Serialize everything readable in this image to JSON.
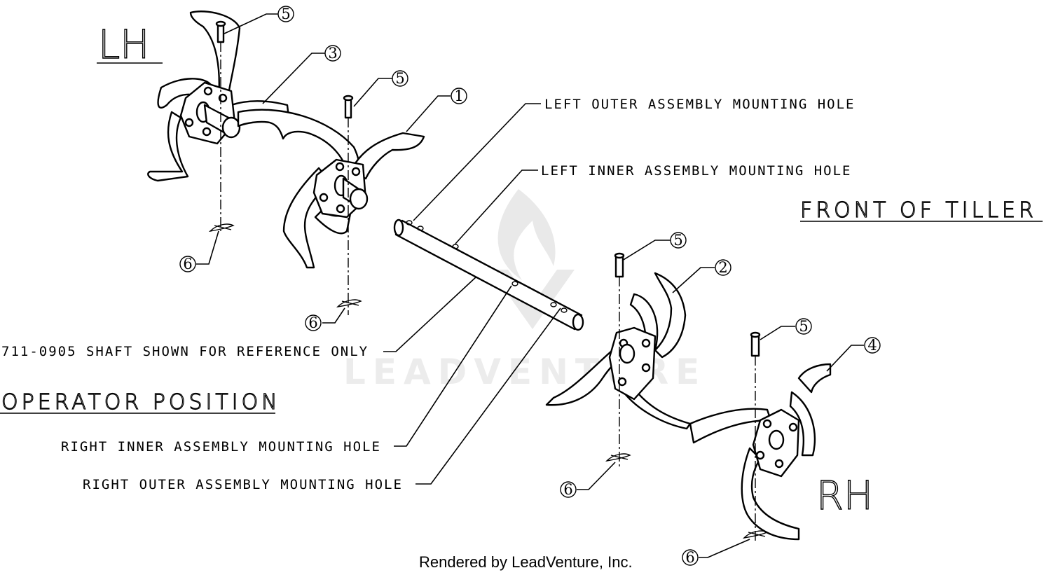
{
  "labels": {
    "lh": "LH",
    "rh": "RH",
    "front_of_tiller": "FRONT OF TILLER",
    "operator_position": "OPERATOR POSITION",
    "left_outer_hole": "LEFT OUTER ASSEMBLY MOUNTING HOLE",
    "left_inner_hole": "LEFT INNER ASSEMBLY MOUNTING HOLE",
    "right_inner_hole": "RIGHT INNER ASSEMBLY MOUNTING HOLE",
    "right_outer_hole": "RIGHT OUTER ASSEMBLY MOUNTING HOLE",
    "shaft_note": "711-0905 SHAFT SHOWN FOR REFERENCE ONLY"
  },
  "callouts": {
    "c1": "1",
    "c2": "2",
    "c3": "3",
    "c4": "4",
    "c5a": "5",
    "c5b": "5",
    "c5c": "5",
    "c5d": "5",
    "c6a": "6",
    "c6b": "6",
    "c6c": "6",
    "c6d": "6"
  },
  "watermark": "LEADVENTURE",
  "footer": "Rendered by LeadVenture, Inc."
}
